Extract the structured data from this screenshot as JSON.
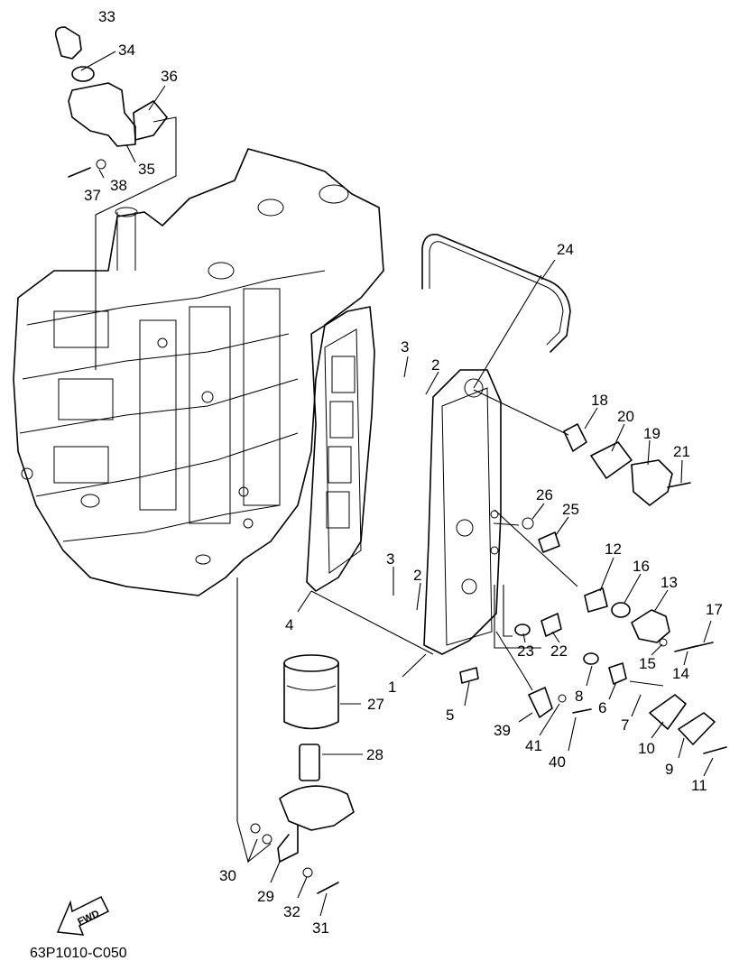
{
  "drawing_code": "63P1010-C050",
  "fwd_label": "FWD",
  "callouts": [
    "33",
    "34",
    "36",
    "35",
    "37",
    "38",
    "24",
    "3",
    "2",
    "18",
    "20",
    "19",
    "21",
    "26",
    "25",
    "3",
    "2",
    "12",
    "16",
    "13",
    "17",
    "4",
    "1",
    "23",
    "22",
    "15",
    "14",
    "27",
    "5",
    "8",
    "6",
    "7",
    "39",
    "41",
    "40",
    "10",
    "9",
    "11",
    "28",
    "30",
    "29",
    "32",
    "31"
  ]
}
